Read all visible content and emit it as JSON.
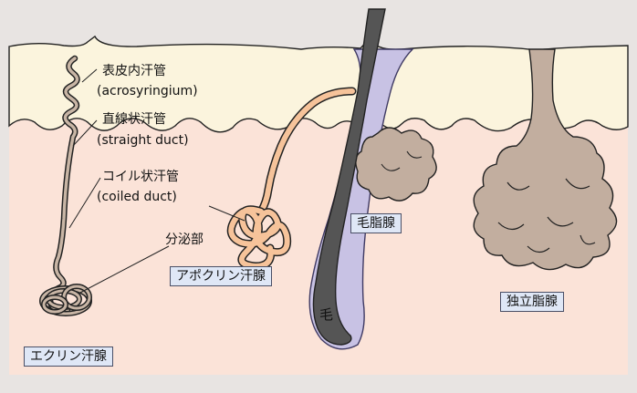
{
  "labels": {
    "epidermal_duct": "表皮内汗管",
    "acrosyringium": "(acrosyringium)",
    "straight_duct_jp": "直線状汗管",
    "straight_duct_en": "(straight duct)",
    "coiled_duct_jp": "コイル状汗管",
    "coiled_duct_en": "(coiled duct)",
    "secretory": "分泌部",
    "hair": "毛",
    "sebaceous": "毛脂腺",
    "apocrine": "アポクリン汗腺",
    "eccrine": "エクリン汗腺",
    "independent_sebaceous": "独立脂腺"
  },
  "colors": {
    "frame": "#e8e4e2",
    "epidermis": "#fbf4dd",
    "dermis": "#fbe3d8",
    "gland": "#c2ae9f",
    "apocrine_duct": "#f6c39a",
    "hair_shaft": "#555555",
    "follicle_sheath": "#c8c2e4",
    "box_fill": "#dfe7f6"
  }
}
